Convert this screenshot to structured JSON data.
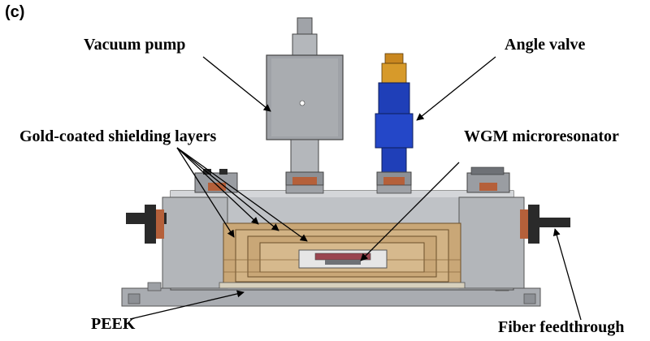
{
  "figure": {
    "panel_label": "(c)",
    "labels": {
      "vacuum_pump": "Vacuum pump",
      "angle_valve": "Angle valve",
      "shielding": "Gold-coated shielding layers",
      "wgm": "WGM microresonator",
      "peek": "PEEK",
      "fiber": "Fiber feedthrough"
    }
  },
  "colors": {
    "steel": "#b9bcc0",
    "steel_dark": "#8d9095",
    "gold": "#c9a777",
    "valve_blue": "#1f3fb8",
    "valve_gold": "#d79a2a",
    "copper": "#b5603a",
    "black": "#1c1c1c"
  }
}
